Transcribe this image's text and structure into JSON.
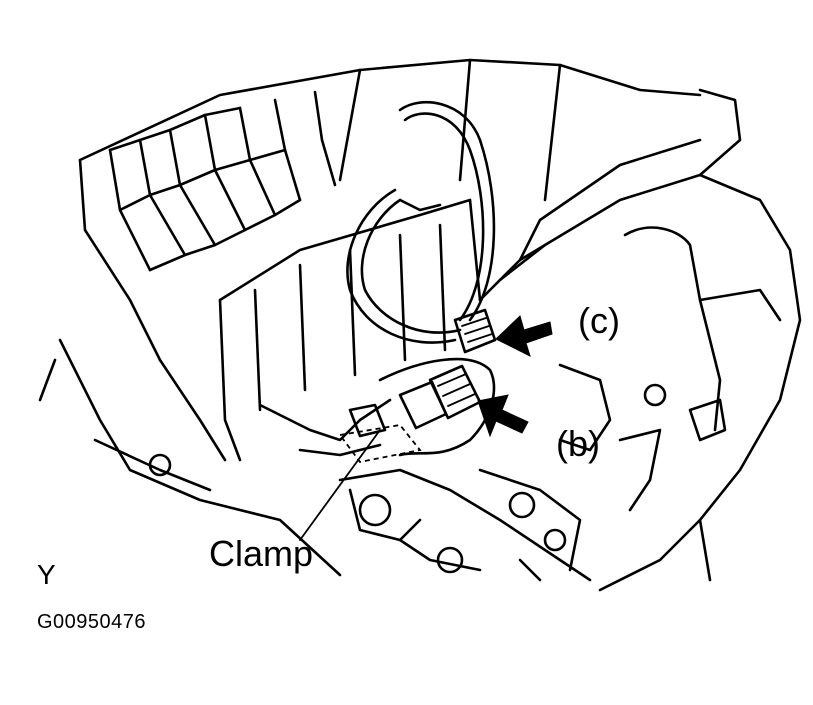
{
  "labels": {
    "callout_c": "(c)",
    "callout_b": "(b)",
    "clamp": "Clamp",
    "view_letter": "Y",
    "figure_id": "G00950476"
  }
}
